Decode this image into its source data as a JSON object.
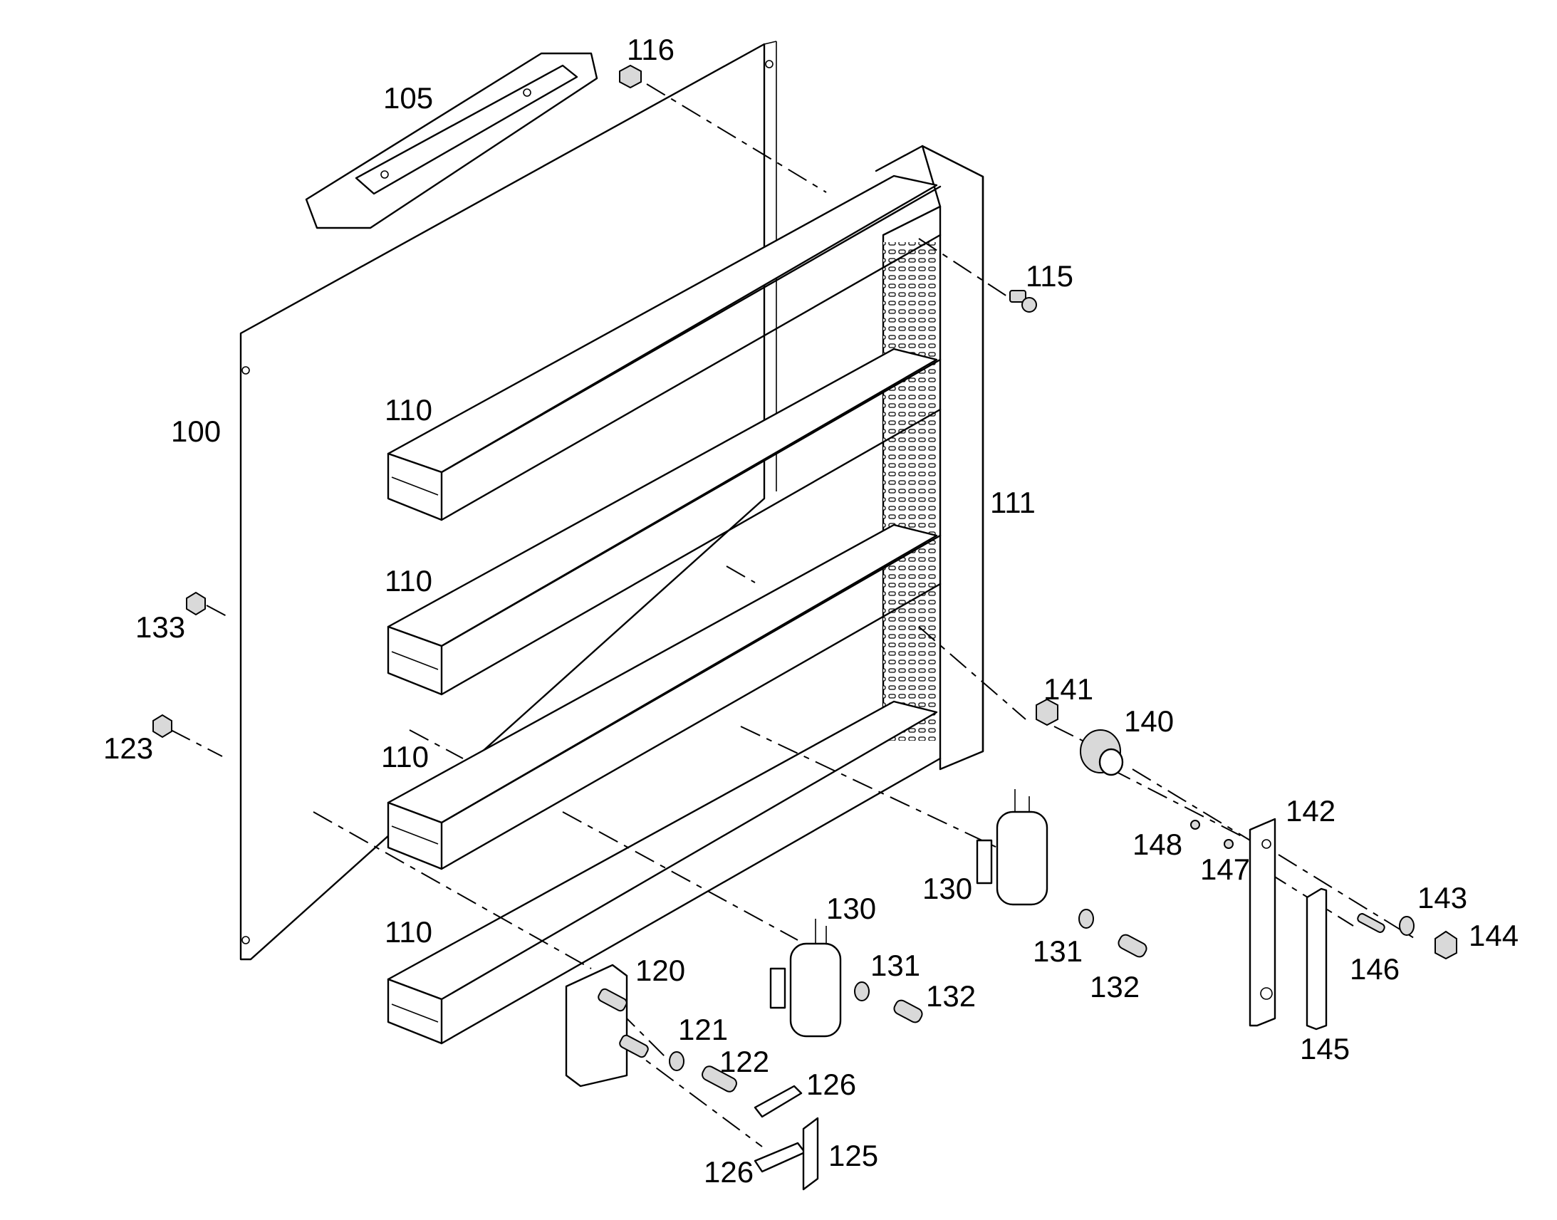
{
  "callouts": [
    {
      "id": "c105",
      "text": "105"
    },
    {
      "id": "c116",
      "text": "116"
    },
    {
      "id": "c115",
      "text": "115"
    },
    {
      "id": "c100",
      "text": "100"
    },
    {
      "id": "c111",
      "text": "111"
    },
    {
      "id": "c110a",
      "text": "110"
    },
    {
      "id": "c110b",
      "text": "110"
    },
    {
      "id": "c110c",
      "text": "110"
    },
    {
      "id": "c110d",
      "text": "110"
    },
    {
      "id": "c133",
      "text": "133"
    },
    {
      "id": "c123",
      "text": "123"
    },
    {
      "id": "c141",
      "text": "141"
    },
    {
      "id": "c140",
      "text": "140"
    },
    {
      "id": "c142",
      "text": "142"
    },
    {
      "id": "c148",
      "text": "148"
    },
    {
      "id": "c147",
      "text": "147"
    },
    {
      "id": "c143",
      "text": "143"
    },
    {
      "id": "c144",
      "text": "144"
    },
    {
      "id": "c146",
      "text": "146"
    },
    {
      "id": "c145",
      "text": "145"
    },
    {
      "id": "c130a",
      "text": "130"
    },
    {
      "id": "c131a",
      "text": "131"
    },
    {
      "id": "c132a",
      "text": "132"
    },
    {
      "id": "c130b",
      "text": "130"
    },
    {
      "id": "c131b",
      "text": "131"
    },
    {
      "id": "c132b",
      "text": "132"
    },
    {
      "id": "c120",
      "text": "120"
    },
    {
      "id": "c121",
      "text": "121"
    },
    {
      "id": "c122",
      "text": "122"
    },
    {
      "id": "c126a",
      "text": "126"
    },
    {
      "id": "c126b",
      "text": "126"
    },
    {
      "id": "c125",
      "text": "125"
    }
  ]
}
